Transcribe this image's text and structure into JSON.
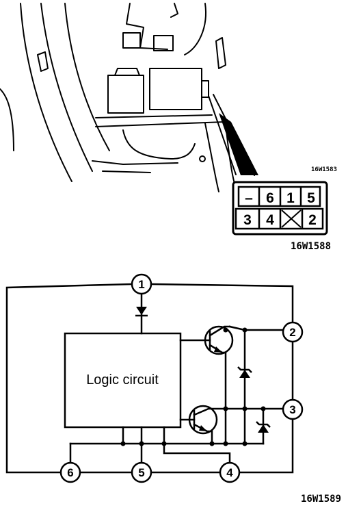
{
  "codes": {
    "location_figure": "16W1583",
    "connector_figure": "16W1588",
    "circuit_figure": "16W1589"
  },
  "connector": {
    "top_row": [
      "–",
      "6",
      "1",
      "5"
    ],
    "bottom_row": [
      "3",
      "4",
      "",
      "2"
    ],
    "blank_cell_mark": "X"
  },
  "circuit": {
    "logic_label": "Logic circuit",
    "terminals": [
      "1",
      "2",
      "3",
      "4",
      "5",
      "6"
    ]
  }
}
